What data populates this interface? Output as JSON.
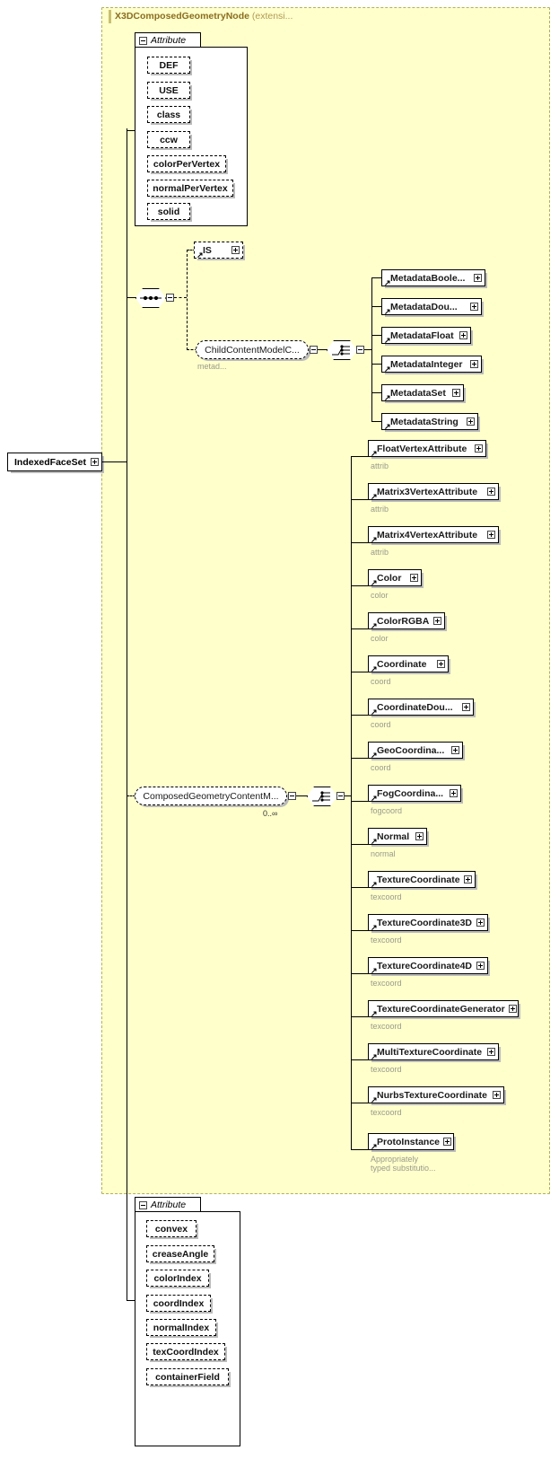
{
  "diagram": {
    "type": "xml-schema-element-diagram",
    "root_element": "IndexedFaceSet",
    "extension_header": "X3DComposedGeometryNode",
    "extension_suffix": "(extensi...",
    "attribute_group_label": "Attribute"
  },
  "top_attributes": [
    {
      "name": "DEF",
      "width": 48
    },
    {
      "name": "USE",
      "width": 48
    },
    {
      "name": "class",
      "width": 48
    },
    {
      "name": "ccw",
      "width": 48
    },
    {
      "name": "colorPerVertex",
      "width": 88
    },
    {
      "name": "normalPerVertex",
      "width": 96
    },
    {
      "name": "solid",
      "width": 48
    }
  ],
  "bottom_attributes": [
    {
      "name": "convex",
      "width": 56
    },
    {
      "name": "creaseAngle",
      "width": 76
    },
    {
      "name": "colorIndex",
      "width": 70
    },
    {
      "name": "coordIndex",
      "width": 72
    },
    {
      "name": "normalIndex",
      "width": 78
    },
    {
      "name": "texCoordIndex",
      "width": 88
    },
    {
      "name": "containerField",
      "width": 92
    }
  ],
  "child_branch": {
    "is_element": "IS",
    "group_ref": "ChildContentModelC...",
    "group_caption": "metad..."
  },
  "metadata_nodes": [
    {
      "name": "MetadataBoole...",
      "width": 116
    },
    {
      "name": "MetadataDou...",
      "width": 112
    },
    {
      "name": "MetadataFloat",
      "width": 100
    },
    {
      "name": "MetadataInteger",
      "width": 112
    },
    {
      "name": "MetadataSet",
      "width": 92
    },
    {
      "name": "MetadataString",
      "width": 108
    }
  ],
  "content_model": {
    "group_ref": "ComposedGeometryContentM...",
    "cardinality": "0..∞"
  },
  "content_nodes": [
    {
      "name": "FloatVertexAttribute",
      "caption": "attrib",
      "width": 132
    },
    {
      "name": "Matrix3VertexAttribute",
      "caption": "attrib",
      "width": 146
    },
    {
      "name": "Matrix4VertexAttribute",
      "caption": "attrib",
      "width": 146
    },
    {
      "name": "Color",
      "caption": "color",
      "width": 60
    },
    {
      "name": "ColorRGBA",
      "caption": "color",
      "width": 86
    },
    {
      "name": "Coordinate",
      "caption": "coord",
      "width": 90
    },
    {
      "name": "CoordinateDou...",
      "caption": "coord",
      "width": 118
    },
    {
      "name": "GeoCoordina...",
      "caption": "coord",
      "width": 106
    },
    {
      "name": "FogCoordina...",
      "caption": "fogcoord",
      "width": 104
    },
    {
      "name": "Normal",
      "caption": "normal",
      "width": 66
    },
    {
      "name": "TextureCoordinate",
      "caption": "texcoord",
      "width": 120
    },
    {
      "name": "TextureCoordinate3D",
      "caption": "texcoord",
      "width": 134
    },
    {
      "name": "TextureCoordinate4D",
      "caption": "texcoord",
      "width": 134
    },
    {
      "name": "TextureCoordinateGenerator",
      "caption": "texcoord",
      "width": 168
    },
    {
      "name": "MultiTextureCoordinate",
      "caption": "texcoord",
      "width": 146
    },
    {
      "name": "NurbsTextureCoordinate",
      "caption": "texcoord",
      "width": 152
    },
    {
      "name": "ProtoInstance",
      "caption": "Appropriately\ntyped substitutio...",
      "width": 96
    }
  ],
  "colors": {
    "extension_background": "#ffffcc",
    "extension_border": "#b0b060",
    "header_text": "#8a6d1f",
    "node_background": "#ffffff",
    "caption_text": "#9a9a8a",
    "line": "#000000"
  }
}
